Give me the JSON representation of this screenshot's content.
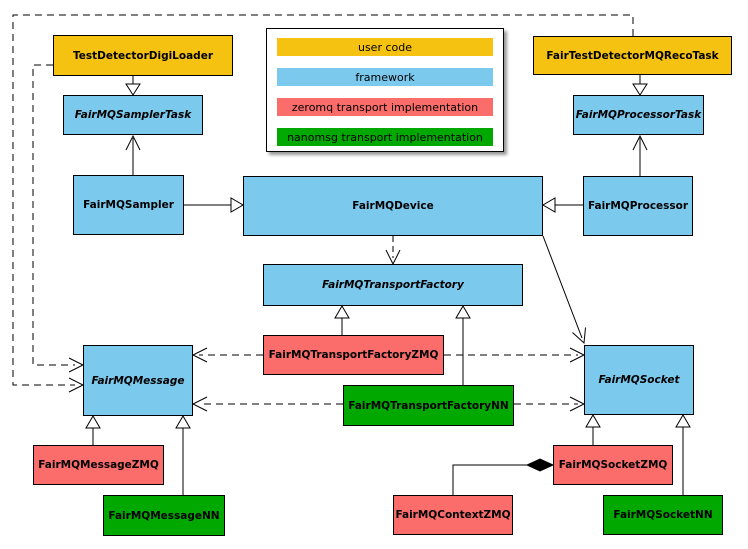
{
  "diagram": {
    "type": "uml-class-diagram",
    "colors": {
      "user_code": "#F5C211",
      "framework": "#7CC9EE",
      "zeromq_transport": "#FA6D6B",
      "nanomsg_transport": "#00A800",
      "edge": "#000000",
      "background": "#FFFFFF"
    },
    "legend": {
      "items": [
        {
          "label": "user code",
          "category": "user_code",
          "color": "#F5C211"
        },
        {
          "label": "framework",
          "category": "framework",
          "color": "#7CC9EE"
        },
        {
          "label": "zeromq transport implementation",
          "category": "zeromq_transport",
          "color": "#FA6D6B"
        },
        {
          "label": "nanomsg transport implementation",
          "category": "nanomsg_transport",
          "color": "#00A800"
        }
      ]
    },
    "nodes": {
      "testDetectorDigiLoader": {
        "label": "TestDetectorDigiLoader",
        "category": "user_code",
        "abstract": false
      },
      "fairTestDetectorMQRecoTask": {
        "label": "FairTestDetectorMQRecoTask",
        "category": "user_code",
        "abstract": false
      },
      "fairMQSamplerTask": {
        "label": "FairMQSamplerTask",
        "category": "framework",
        "abstract": true
      },
      "fairMQProcessorTask": {
        "label": "FairMQProcessorTask",
        "category": "framework",
        "abstract": true
      },
      "fairMQSampler": {
        "label": "FairMQSampler",
        "category": "framework",
        "abstract": false
      },
      "fairMQDevice": {
        "label": "FairMQDevice",
        "category": "framework",
        "abstract": false
      },
      "fairMQProcessor": {
        "label": "FairMQProcessor",
        "category": "framework",
        "abstract": false
      },
      "fairMQTransportFactory": {
        "label": "FairMQTransportFactory",
        "category": "framework",
        "abstract": true
      },
      "fairMQTransportFactoryZMQ": {
        "label": "FairMQTransportFactoryZMQ",
        "category": "zeromq_transport",
        "abstract": false
      },
      "fairMQTransportFactoryNN": {
        "label": "FairMQTransportFactoryNN",
        "category": "nanomsg_transport",
        "abstract": false
      },
      "fairMQMessage": {
        "label": "FairMQMessage",
        "category": "framework",
        "abstract": true
      },
      "fairMQSocket": {
        "label": "FairMQSocket",
        "category": "framework",
        "abstract": true
      },
      "fairMQMessageZMQ": {
        "label": "FairMQMessageZMQ",
        "category": "zeromq_transport",
        "abstract": false
      },
      "fairMQMessageNN": {
        "label": "FairMQMessageNN",
        "category": "nanomsg_transport",
        "abstract": false
      },
      "fairMQContextZMQ": {
        "label": "FairMQContextZMQ",
        "category": "zeromq_transport",
        "abstract": false
      },
      "fairMQSocketZMQ": {
        "label": "FairMQSocketZMQ",
        "category": "zeromq_transport",
        "abstract": false
      },
      "fairMQSocketNN": {
        "label": "FairMQSocketNN",
        "category": "nanomsg_transport",
        "abstract": false
      }
    },
    "edges": [
      {
        "from": "TestDetectorDigiLoader",
        "to": "FairMQSamplerTask",
        "kind": "inheritance",
        "style": "solid",
        "head": "hollow-triangle"
      },
      {
        "from": "FairTestDetectorMQRecoTask",
        "to": "FairMQProcessorTask",
        "kind": "inheritance",
        "style": "solid",
        "head": "hollow-triangle"
      },
      {
        "from": "FairMQSampler",
        "to": "FairMQSamplerTask",
        "kind": "association",
        "style": "solid",
        "head": "open-vee"
      },
      {
        "from": "FairMQProcessor",
        "to": "FairMQProcessorTask",
        "kind": "association",
        "style": "solid",
        "head": "open-vee"
      },
      {
        "from": "FairMQSampler",
        "to": "FairMQDevice",
        "kind": "inheritance",
        "style": "solid",
        "head": "hollow-triangle"
      },
      {
        "from": "FairMQProcessor",
        "to": "FairMQDevice",
        "kind": "inheritance",
        "style": "solid",
        "head": "hollow-triangle"
      },
      {
        "from": "FairMQDevice",
        "to": "FairMQTransportFactory",
        "kind": "dependency",
        "style": "dashed",
        "head": "open-vee"
      },
      {
        "from": "FairMQDevice",
        "to": "FairMQSocket",
        "kind": "association",
        "style": "solid",
        "head": "open-vee"
      },
      {
        "from": "FairMQTransportFactoryZMQ",
        "to": "FairMQTransportFactory",
        "kind": "inheritance",
        "style": "solid",
        "head": "hollow-triangle"
      },
      {
        "from": "FairMQTransportFactoryNN",
        "to": "FairMQTransportFactory",
        "kind": "inheritance",
        "style": "solid",
        "head": "hollow-triangle"
      },
      {
        "from": "FairMQTransportFactoryZMQ",
        "to": "FairMQMessage",
        "kind": "dependency",
        "style": "dashed",
        "head": "open-vee"
      },
      {
        "from": "FairMQTransportFactoryZMQ",
        "to": "FairMQSocket",
        "kind": "dependency",
        "style": "dashed",
        "head": "open-vee"
      },
      {
        "from": "FairMQTransportFactoryNN",
        "to": "FairMQMessage",
        "kind": "dependency",
        "style": "dashed",
        "head": "open-vee"
      },
      {
        "from": "FairMQTransportFactoryNN",
        "to": "FairMQSocket",
        "kind": "dependency",
        "style": "dashed",
        "head": "open-vee"
      },
      {
        "from": "TestDetectorDigiLoader",
        "to": "FairMQMessage",
        "kind": "dependency",
        "style": "dashed",
        "head": "open-vee"
      },
      {
        "from": "FairTestDetectorMQRecoTask",
        "to": "FairMQMessage",
        "kind": "dependency",
        "style": "dashed",
        "head": "open-vee"
      },
      {
        "from": "FairMQMessageZMQ",
        "to": "FairMQMessage",
        "kind": "inheritance",
        "style": "solid",
        "head": "hollow-triangle"
      },
      {
        "from": "FairMQMessageNN",
        "to": "FairMQMessage",
        "kind": "inheritance",
        "style": "solid",
        "head": "hollow-triangle"
      },
      {
        "from": "FairMQSocketZMQ",
        "to": "FairMQSocket",
        "kind": "inheritance",
        "style": "solid",
        "head": "hollow-triangle"
      },
      {
        "from": "FairMQSocketNN",
        "to": "FairMQSocket",
        "kind": "inheritance",
        "style": "solid",
        "head": "hollow-triangle"
      },
      {
        "from": "FairMQContextZMQ",
        "to": "FairMQSocketZMQ",
        "kind": "composition",
        "style": "solid",
        "head": "filled-diamond"
      }
    ]
  }
}
